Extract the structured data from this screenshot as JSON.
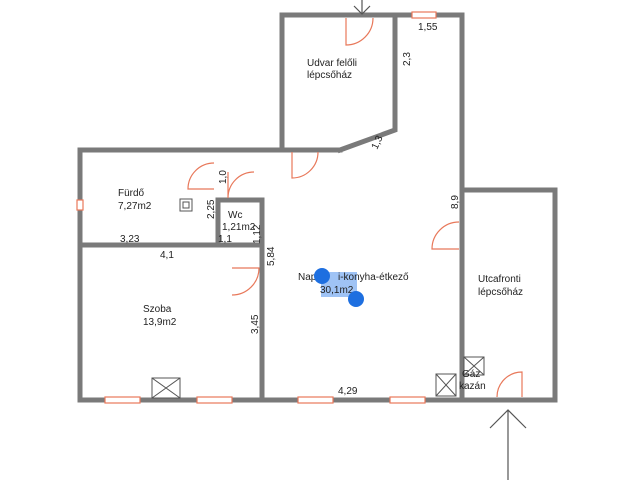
{
  "rooms": {
    "stair_yard": {
      "line1": "Udvar felőli",
      "line2": "lépcsőház"
    },
    "bathroom": {
      "name": "Fürdő",
      "area": "7,27m2"
    },
    "wc": {
      "name": "Wc",
      "area": "1,21m2"
    },
    "living": {
      "name_left": "Nap",
      "name_right": "i-konyha-étkező",
      "area": "30,1m2"
    },
    "bedroom": {
      "name": "Szoba",
      "area": "13,9m2"
    },
    "stair_street": {
      "line1": "Utcafronti",
      "line2": "lépcsőház"
    },
    "boiler": {
      "line1": "Gáz",
      "line2": "kazán"
    }
  },
  "dimensions": {
    "d155": "1,55",
    "d23": "2,3",
    "d13": "1,3",
    "d10": "1,0",
    "d89": "8,9",
    "d225": "2,25",
    "d323": "3,23",
    "d41": "4,1",
    "d11": "1,1",
    "d112": "1,12",
    "d584": "5,84",
    "d345": "3,45",
    "d429": "4,29"
  },
  "selection": {
    "color": "#1e6fe0",
    "highlight": "#9fc3f5"
  },
  "colors": {
    "wall": "#7a7a7a",
    "window": "#e8785a",
    "door": "#e8785a",
    "paper": "#ffffff"
  }
}
